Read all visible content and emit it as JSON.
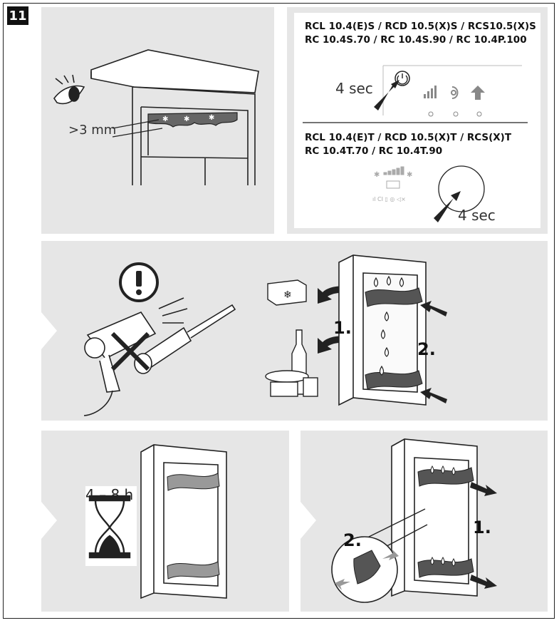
{
  "step": {
    "number": "11"
  },
  "panel1": {
    "gap_label": ">3 mm"
  },
  "panel2": {
    "models_a_line1": "RCL 10.4(E)S / RCD 10.5(X)S / RCS10.5(X)S",
    "models_a_line2": "RC 10.4S.70 / RC 10.4S.90 / RC 10.4P.100",
    "hold_time_a": "4 sec",
    "models_b_line1": "RCL 10.4(E)T / RCD 10.5(X)T / RCS(X)T",
    "models_b_line2": "RC 10.4T.70 / RC 10.4T.90",
    "hold_time_b": "4 sec"
  },
  "panel3": {
    "step1": "1.",
    "step2": "2."
  },
  "panel4": {
    "duration": "4 – 8 h"
  },
  "panel5": {
    "step1": "1.",
    "step2": "2."
  }
}
